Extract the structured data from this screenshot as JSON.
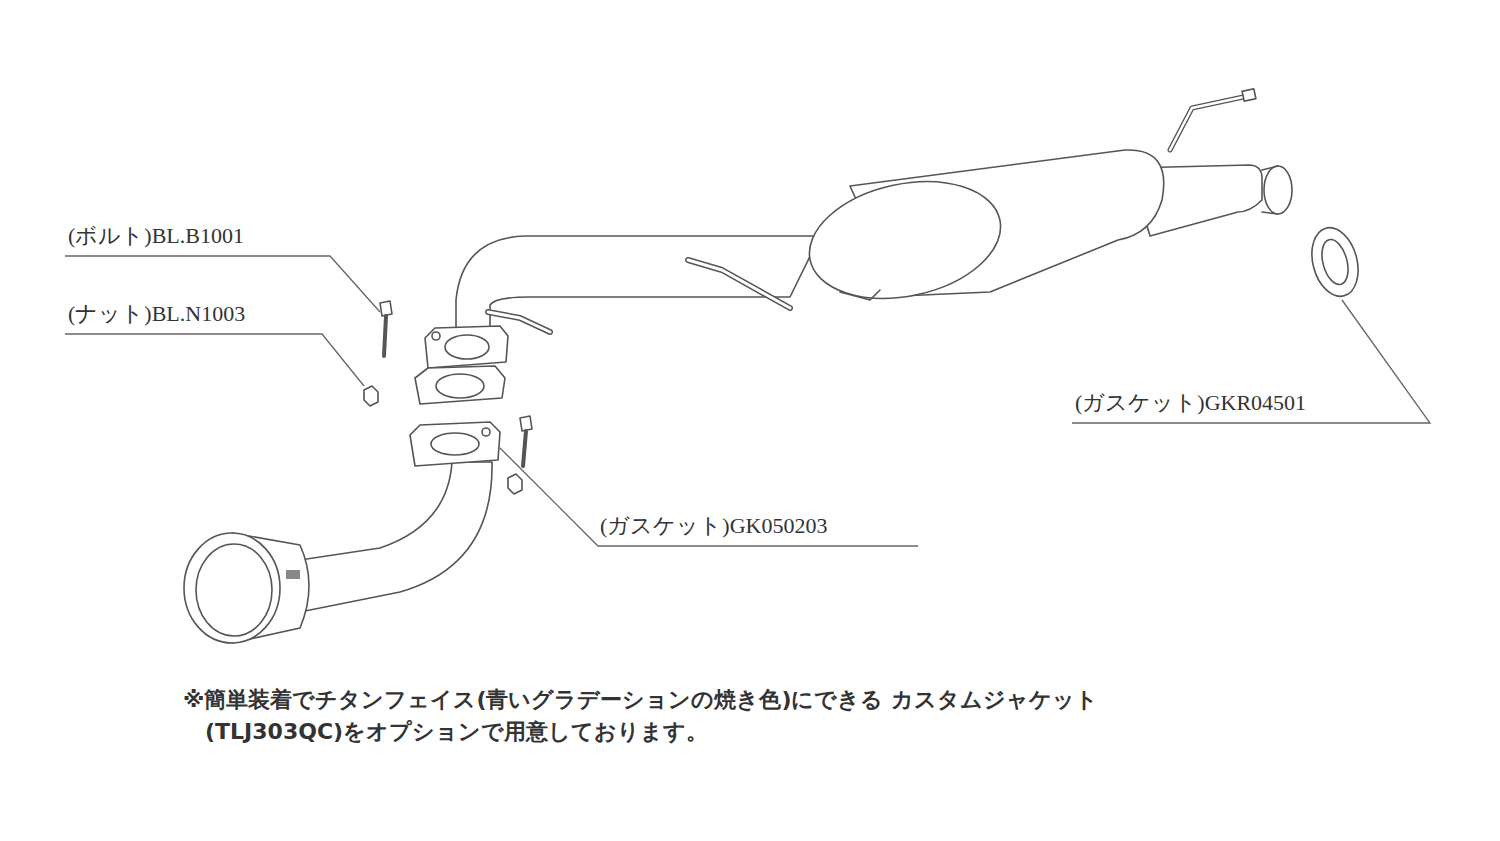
{
  "diagram": {
    "caption": "※簡単装着でチタンフェイス(青いグラデーションの焼き色)にできる カスタムジャケット(TLJ303QC)をオプションで用意しております。",
    "labels": [
      "(ボルト)BL.B1001",
      "(ナット)BL.N1003",
      "(ガスケット)GKR04501",
      "(ガスケット)GK050203"
    ]
  }
}
